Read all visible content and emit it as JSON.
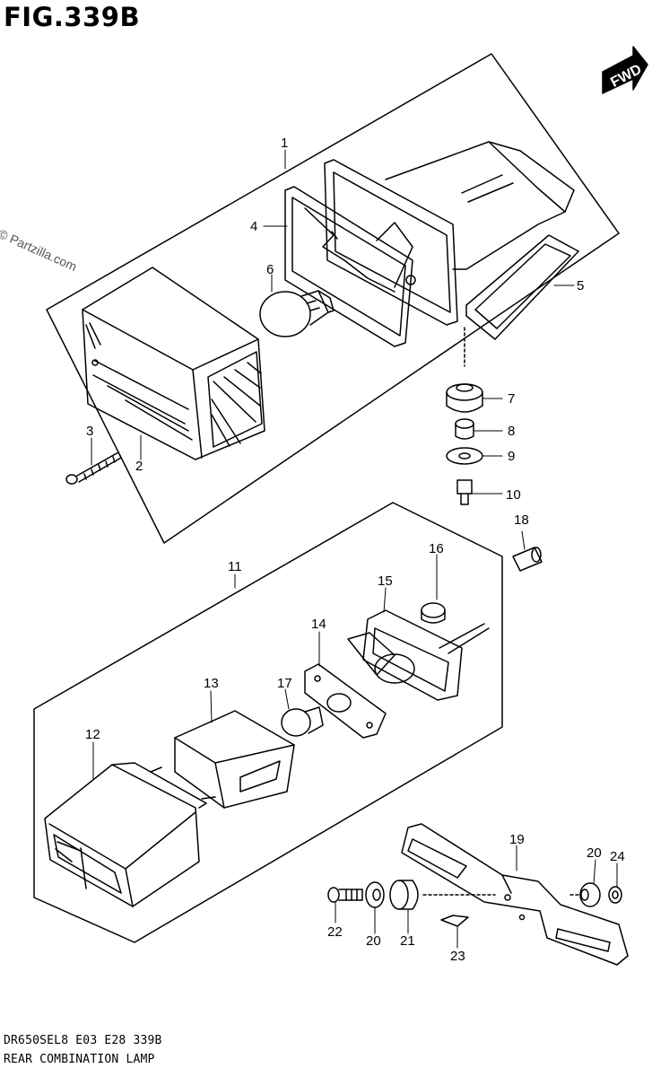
{
  "figure": {
    "title": "FIG.339B",
    "watermark": "© Partzilla.com",
    "fwd_label": "FWD",
    "footer_line1": "DR650SEL8  E03  E28  339B",
    "footer_line2": "REAR COMBINATION LAMP"
  },
  "callouts": {
    "c1": "1",
    "c2": "2",
    "c3": "3",
    "c4": "4",
    "c5": "5",
    "c6": "6",
    "c7": "7",
    "c8": "8",
    "c9": "9",
    "c10": "10",
    "c11": "11",
    "c12": "12",
    "c13": "13",
    "c14": "14",
    "c15": "15",
    "c16": "16",
    "c17": "17",
    "c18": "18",
    "c19": "19",
    "c20a": "20",
    "c20b": "20",
    "c21": "21",
    "c22": "22",
    "c23": "23",
    "c24": "24"
  }
}
